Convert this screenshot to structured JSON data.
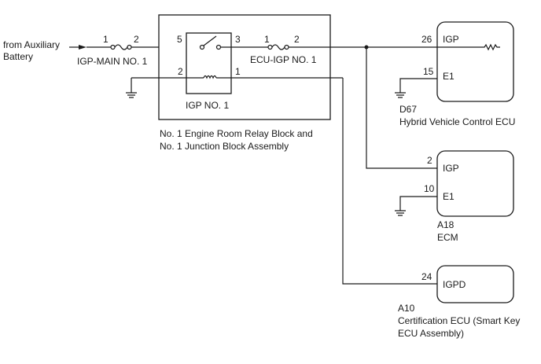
{
  "source": {
    "line1": "from Auxiliary",
    "line2": "Battery"
  },
  "fuse_igp_main": {
    "label": "IGP-MAIN NO. 1",
    "pin_in": "1",
    "pin_out": "2"
  },
  "relay_block": {
    "relay_label": "IGP NO. 1",
    "pin_switch_in": "5",
    "pin_switch_out": "3",
    "pin_coil_a": "2",
    "pin_coil_b": "1",
    "caption_line1": "No. 1 Engine Room Relay Block and",
    "caption_line2": "No. 1 Junction Block Assembly"
  },
  "fuse_ecu_igp": {
    "label": "ECU-IGP NO. 1",
    "pin_in": "1",
    "pin_out": "2"
  },
  "ecu_hv": {
    "pin_igp_num": "26",
    "pin_igp_name": "IGP",
    "pin_e1_num": "15",
    "pin_e1_name": "E1",
    "code": "D67",
    "name": "Hybrid Vehicle Control ECU"
  },
  "ecu_ecm": {
    "pin_igp_num": "2",
    "pin_igp_name": "IGP",
    "pin_e1_num": "10",
    "pin_e1_name": "E1",
    "code": "A18",
    "name": "ECM"
  },
  "ecu_cert": {
    "pin_num": "24",
    "pin_name": "IGPD",
    "code": "A10",
    "name_line1": "Certification ECU (Smart Key",
    "name_line2": "ECU Assembly)"
  }
}
